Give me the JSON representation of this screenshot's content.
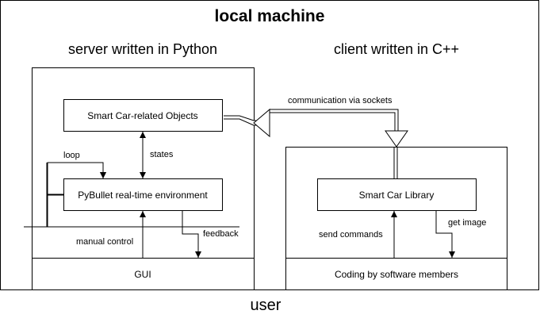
{
  "diagram": {
    "title": "local machine",
    "server_label": "server written in Python",
    "client_label": "client written in C++",
    "user_label": "user",
    "server": {
      "objects_box": "Smart Car-related Objects",
      "env_box": "PyBullet real-time environment",
      "gui_box": "GUI",
      "loop_label": "loop",
      "states_label": "states",
      "manual_control_label": "manual control",
      "feedback_label": "feedback"
    },
    "communication_label": "communication via sockets",
    "client": {
      "library_box": "Smart Car Library",
      "coding_box": "Coding by software members",
      "send_commands_label": "send commands",
      "get_image_label": "get image"
    }
  }
}
